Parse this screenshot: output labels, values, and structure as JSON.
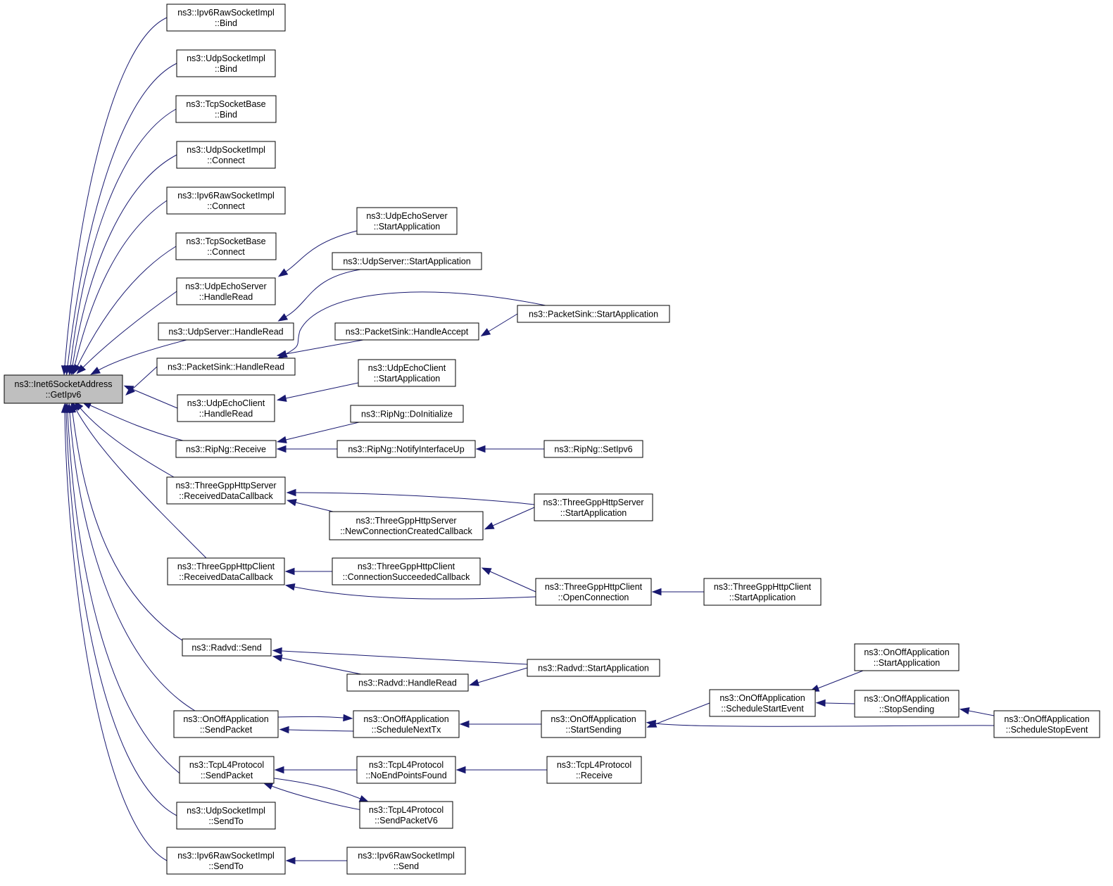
{
  "graph": {
    "nodes": [
      {
        "id": "getipv6",
        "lines": [
          "ns3::Inet6SocketAddress",
          "::GetIpv6"
        ],
        "focus": true
      },
      {
        "id": "ipv6raw_bind",
        "lines": [
          "ns3::Ipv6RawSocketImpl",
          "::Bind"
        ]
      },
      {
        "id": "udpsock_bind",
        "lines": [
          "ns3::UdpSocketImpl",
          "::Bind"
        ]
      },
      {
        "id": "tcpbase_bind",
        "lines": [
          "ns3::TcpSocketBase",
          "::Bind"
        ]
      },
      {
        "id": "udpsock_connect",
        "lines": [
          "ns3::UdpSocketImpl",
          "::Connect"
        ]
      },
      {
        "id": "ipv6raw_connect",
        "lines": [
          "ns3::Ipv6RawSocketImpl",
          "::Connect"
        ]
      },
      {
        "id": "tcpbase_connect",
        "lines": [
          "ns3::TcpSocketBase",
          "::Connect"
        ]
      },
      {
        "id": "udpechoserver_handleread",
        "lines": [
          "ns3::UdpEchoServer",
          "::HandleRead"
        ]
      },
      {
        "id": "udpserver_handleread",
        "lines": [
          "ns3::UdpServer::HandleRead"
        ]
      },
      {
        "id": "packetsink_handleread",
        "lines": [
          "ns3::PacketSink::HandleRead"
        ]
      },
      {
        "id": "udpechoclient_handleread",
        "lines": [
          "ns3::UdpEchoClient",
          "::HandleRead"
        ]
      },
      {
        "id": "ripng_receive",
        "lines": [
          "ns3::RipNg::Receive"
        ]
      },
      {
        "id": "http_server_rdc",
        "lines": [
          "ns3::ThreeGppHttpServer",
          "::ReceivedDataCallback"
        ]
      },
      {
        "id": "http_client_rdc",
        "lines": [
          "ns3::ThreeGppHttpClient",
          "::ReceivedDataCallback"
        ]
      },
      {
        "id": "radvd_send",
        "lines": [
          "ns3::Radvd::Send"
        ]
      },
      {
        "id": "onoff_sendpacket",
        "lines": [
          "ns3::OnOffApplication",
          "::SendPacket"
        ]
      },
      {
        "id": "tcpl4_sendpacket",
        "lines": [
          "ns3::TcpL4Protocol",
          "::SendPacket"
        ]
      },
      {
        "id": "udpsock_sendto",
        "lines": [
          "ns3::UdpSocketImpl",
          "::SendTo"
        ]
      },
      {
        "id": "ipv6raw_sendto",
        "lines": [
          "ns3::Ipv6RawSocketImpl",
          "::SendTo"
        ]
      },
      {
        "id": "udpechoserver_start",
        "lines": [
          "ns3::UdpEchoServer",
          "::StartApplication"
        ]
      },
      {
        "id": "udpserver_start",
        "lines": [
          "ns3::UdpServer::StartApplication"
        ]
      },
      {
        "id": "packetsink_handleaccept",
        "lines": [
          "ns3::PacketSink::HandleAccept"
        ]
      },
      {
        "id": "packetsink_start",
        "lines": [
          "ns3::PacketSink::StartApplication"
        ]
      },
      {
        "id": "udpechoclient_start",
        "lines": [
          "ns3::UdpEchoClient",
          "::StartApplication"
        ]
      },
      {
        "id": "ripng_doinit",
        "lines": [
          "ns3::RipNg::DoInitialize"
        ]
      },
      {
        "id": "ripng_notify",
        "lines": [
          "ns3::RipNg::NotifyInterfaceUp"
        ]
      },
      {
        "id": "ripng_setipv6",
        "lines": [
          "ns3::RipNg::SetIpv6"
        ]
      },
      {
        "id": "http_server_newconn",
        "lines": [
          "ns3::ThreeGppHttpServer",
          "::NewConnectionCreatedCallback"
        ]
      },
      {
        "id": "http_server_start",
        "lines": [
          "ns3::ThreeGppHttpServer",
          "::StartApplication"
        ]
      },
      {
        "id": "http_client_connsucc",
        "lines": [
          "ns3::ThreeGppHttpClient",
          "::ConnectionSucceededCallback"
        ]
      },
      {
        "id": "http_client_openconn",
        "lines": [
          "ns3::ThreeGppHttpClient",
          "::OpenConnection"
        ]
      },
      {
        "id": "http_client_start",
        "lines": [
          "ns3::ThreeGppHttpClient",
          "::StartApplication"
        ]
      },
      {
        "id": "radvd_start",
        "lines": [
          "ns3::Radvd::StartApplication"
        ]
      },
      {
        "id": "radvd_handleread",
        "lines": [
          "ns3::Radvd::HandleRead"
        ]
      },
      {
        "id": "onoff_schednexttx",
        "lines": [
          "ns3::OnOffApplication",
          "::ScheduleNextTx"
        ]
      },
      {
        "id": "onoff_startsending",
        "lines": [
          "ns3::OnOffApplication",
          "::StartSending"
        ]
      },
      {
        "id": "onoff_schedstart",
        "lines": [
          "ns3::OnOffApplication",
          "::ScheduleStartEvent"
        ]
      },
      {
        "id": "onoff_start",
        "lines": [
          "ns3::OnOffApplication",
          "::StartApplication"
        ]
      },
      {
        "id": "onoff_stopsending",
        "lines": [
          "ns3::OnOffApplication",
          "::StopSending"
        ]
      },
      {
        "id": "onoff_schedstop",
        "lines": [
          "ns3::OnOffApplication",
          "::ScheduleStopEvent"
        ]
      },
      {
        "id": "tcpl4_noendpoints",
        "lines": [
          "ns3::TcpL4Protocol",
          "::NoEndPointsFound"
        ]
      },
      {
        "id": "tcpl4_receive",
        "lines": [
          "ns3::TcpL4Protocol",
          "::Receive"
        ]
      },
      {
        "id": "tcpl4_sendpacketv6",
        "lines": [
          "ns3::TcpL4Protocol",
          "::SendPacketV6"
        ]
      },
      {
        "id": "ipv6raw_send",
        "lines": [
          "ns3::Ipv6RawSocketImpl",
          "::Send"
        ]
      }
    ],
    "edges": [
      [
        "ipv6raw_bind",
        "getipv6"
      ],
      [
        "udpsock_bind",
        "getipv6"
      ],
      [
        "tcpbase_bind",
        "getipv6"
      ],
      [
        "udpsock_connect",
        "getipv6"
      ],
      [
        "ipv6raw_connect",
        "getipv6"
      ],
      [
        "tcpbase_connect",
        "getipv6"
      ],
      [
        "udpechoserver_handleread",
        "getipv6"
      ],
      [
        "udpserver_handleread",
        "getipv6"
      ],
      [
        "packetsink_handleread",
        "getipv6"
      ],
      [
        "udpechoclient_handleread",
        "getipv6"
      ],
      [
        "ripng_receive",
        "getipv6"
      ],
      [
        "http_server_rdc",
        "getipv6"
      ],
      [
        "http_client_rdc",
        "getipv6"
      ],
      [
        "radvd_send",
        "getipv6"
      ],
      [
        "onoff_sendpacket",
        "getipv6"
      ],
      [
        "tcpl4_sendpacket",
        "getipv6"
      ],
      [
        "udpsock_sendto",
        "getipv6"
      ],
      [
        "ipv6raw_sendto",
        "getipv6"
      ],
      [
        "udpechoserver_start",
        "udpechoserver_handleread"
      ],
      [
        "udpserver_start",
        "udpserver_handleread"
      ],
      [
        "packetsink_start",
        "packetsink_handleread"
      ],
      [
        "packetsink_handleaccept",
        "packetsink_handleread"
      ],
      [
        "packetsink_start",
        "packetsink_handleaccept"
      ],
      [
        "udpechoclient_start",
        "udpechoclient_handleread"
      ],
      [
        "ripng_doinit",
        "ripng_receive"
      ],
      [
        "ripng_notify",
        "ripng_receive"
      ],
      [
        "ripng_setipv6",
        "ripng_notify"
      ],
      [
        "http_server_start",
        "http_server_rdc"
      ],
      [
        "http_server_newconn",
        "http_server_rdc"
      ],
      [
        "http_server_start",
        "http_server_newconn"
      ],
      [
        "http_client_connsucc",
        "http_client_rdc"
      ],
      [
        "http_client_openconn",
        "http_client_rdc"
      ],
      [
        "http_client_openconn",
        "http_client_connsucc"
      ],
      [
        "http_client_start",
        "http_client_openconn"
      ],
      [
        "radvd_start",
        "radvd_send"
      ],
      [
        "radvd_handleread",
        "radvd_send"
      ],
      [
        "radvd_start",
        "radvd_handleread"
      ],
      [
        "onoff_sendpacket",
        "onoff_schednexttx"
      ],
      [
        "onoff_schednexttx",
        "onoff_sendpacket"
      ],
      [
        "onoff_startsending",
        "onoff_schednexttx"
      ],
      [
        "onoff_schedstart",
        "onoff_startsending"
      ],
      [
        "onoff_schedstop",
        "onoff_startsending"
      ],
      [
        "onoff_start",
        "onoff_schedstart"
      ],
      [
        "onoff_stopsending",
        "onoff_schedstart"
      ],
      [
        "onoff_schedstop",
        "onoff_stopsending"
      ],
      [
        "tcpl4_noendpoints",
        "tcpl4_sendpacket"
      ],
      [
        "tcpl4_sendpacketv6",
        "tcpl4_sendpacket"
      ],
      [
        "tcpl4_sendpacket",
        "tcpl4_sendpacketv6"
      ],
      [
        "tcpl4_receive",
        "tcpl4_noendpoints"
      ],
      [
        "ipv6raw_send",
        "ipv6raw_sendto"
      ]
    ]
  },
  "colors": {
    "edge": "#191970",
    "node_border": "#000000",
    "node_fill": "#ffffff",
    "focus_fill": "#bfbfbf"
  }
}
